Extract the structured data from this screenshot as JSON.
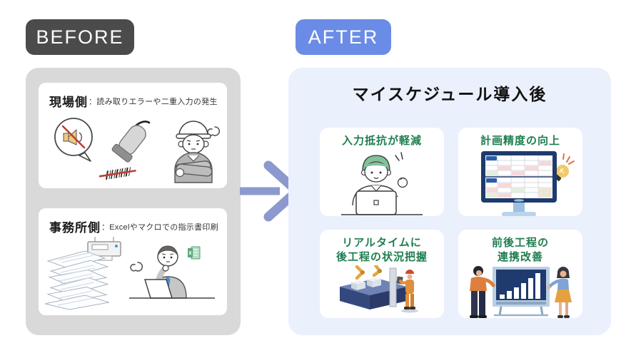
{
  "badges": {
    "before": {
      "label": "BEFORE",
      "bg": "#4b4b4b"
    },
    "after": {
      "label": "AFTER",
      "bg": "#6b8ce6"
    }
  },
  "before_panel": {
    "cards": [
      {
        "title": "現場側",
        "description": "：読み取りエラーや二重入力の発生",
        "illustration": "muted-beep-barcode-scanner-and-frustrated-worker"
      },
      {
        "title": "事務所側",
        "description": "：Excelやマクロでの指示書印刷",
        "illustration": "paper-stack-printer-and-thinking-office-worker"
      }
    ]
  },
  "arrow": {
    "direction": "right",
    "color": "#8b99ce"
  },
  "after_panel": {
    "title": "マイスケジュール導入後",
    "cards": [
      {
        "label": "入力抵抗が軽減",
        "illustration": "cheering-man-at-laptop"
      },
      {
        "label": "計画精度の向上",
        "illustration": "schedule-monitor-with-lightbulb"
      },
      {
        "label": "リアルタイムに\n後工程の状況把握",
        "illustration": "factory-machine-with-operator"
      },
      {
        "label": "前後工程の\n連携改善",
        "illustration": "two-people-reviewing-bar-chart-screen"
      }
    ]
  },
  "colors": {
    "before_badge_bg": "#4b4b4b",
    "after_badge_bg": "#6b8ce6",
    "before_panel_bg": "#d9d9d9",
    "after_panel_bg": "#eaf0fc",
    "accent_green": "#1e7e4f",
    "arrow": "#8b99ce"
  }
}
